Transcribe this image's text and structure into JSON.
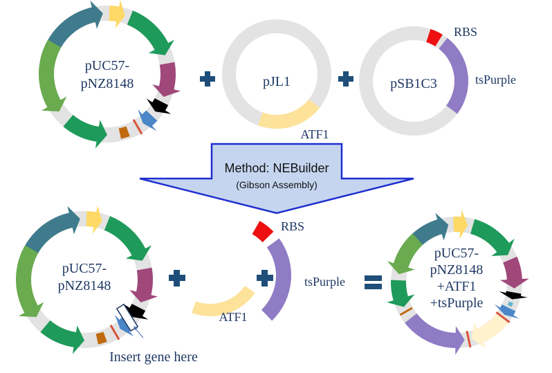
{
  "diagram": {
    "title": "Gibson assembly of pUC57-pNZ8148 with ATF1 and tsPurple",
    "colors": {
      "backbone": "#e3e3e3",
      "text": "#1f3864",
      "operator": "#1f4e79",
      "arrow_fill": "#c5d5ef",
      "arrow_stroke": "#1f2fd0",
      "teal": "#3f7b8c",
      "yellow": "#ffd966",
      "green": "#1e9a5a",
      "magenta": "#a0487a",
      "black": "#000000",
      "blue": "#4a86c8",
      "red_marker": "#d9533a",
      "orange": "#c06a10",
      "light_green": "#6aab4f",
      "atf1": "#fde29a",
      "atf1_light": "#fff2cc",
      "tspurple": "#8f7cc4",
      "rbs": "#ee1010",
      "cyan": "#6ab3cf"
    },
    "top_row": {
      "plasmid_1": {
        "label_line1": "pUC57-",
        "label_line2": "pNZ8148"
      },
      "operator_1": "+",
      "plasmid_2": {
        "label": "pJL1",
        "feature": "ATF1"
      },
      "operator_2": "+",
      "plasmid_3": {
        "label": "pSB1C3",
        "feature_rbs": "RBS",
        "feature_gene": "tsPurple"
      }
    },
    "method": {
      "line1": "Method: NEBuilder",
      "line2": "(Gibson Assembly)"
    },
    "bottom_row": {
      "plasmid_1": {
        "label_line1": "pUC57-",
        "label_line2": "pNZ8148",
        "annotation": "Insert gene here"
      },
      "operator_1": "+",
      "fragment_1": "ATF1",
      "operator_2": "+",
      "fragment_2_rbs": "RBS",
      "fragment_2_gene": "tsPurple",
      "equals": "=",
      "result": {
        "line1": "pUC57-",
        "line2": "pNZ8148",
        "line3": "+ATF1",
        "line4": "+tsPurple"
      }
    }
  }
}
